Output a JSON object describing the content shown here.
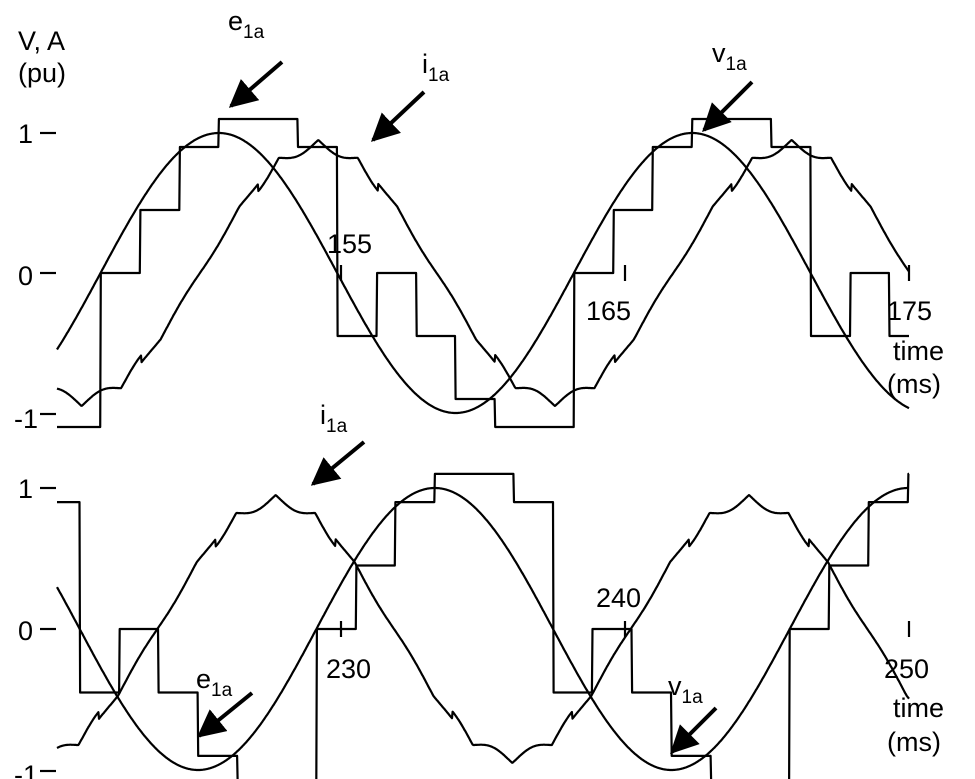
{
  "chart_data": [
    {
      "type": "line",
      "ylabel_line1": "V, A",
      "ylabel_line2": "(pu)",
      "xlabel_line1": "time",
      "xlabel_line2": "(ms)",
      "ylim": [
        -1.1,
        1.15
      ],
      "xlim": [
        145,
        175
      ],
      "yticks": [
        "1",
        "0",
        "-1"
      ],
      "xticks": [
        {
          "value": 155,
          "label": "155"
        },
        {
          "value": 165,
          "label": "165"
        },
        {
          "value": 175,
          "label": "175"
        }
      ],
      "frequency_hz": 60,
      "series": [
        {
          "key": "e",
          "name": "e",
          "subscript": "1a",
          "kind": "stepped",
          "levels": [
            0.0,
            0.45,
            0.9,
            1.1
          ],
          "x_at_peak": 150.7
        },
        {
          "key": "v",
          "name": "v",
          "subscript": "1a",
          "kind": "sine",
          "amplitude": 1.0,
          "x_at_peak": 150.7
        },
        {
          "key": "i",
          "name": "i",
          "subscript": "1a",
          "kind": "sine-ripple",
          "amplitude": 0.95,
          "ripple": 0.08,
          "x_at_peak": 154.2
        }
      ],
      "annotations": [
        {
          "series": "e",
          "text": "e",
          "subscript": "1a"
        },
        {
          "series": "i",
          "text": "i",
          "subscript": "1a"
        },
        {
          "series": "v",
          "text": "v",
          "subscript": "1a"
        }
      ]
    },
    {
      "type": "line",
      "xlabel_line1": "time",
      "xlabel_line2": "(ms)",
      "ylim": [
        -1.1,
        1.15
      ],
      "xlim": [
        220,
        250
      ],
      "yticks": [
        "1",
        "0",
        "-1"
      ],
      "xticks": [
        {
          "value": 230,
          "label": "230"
        },
        {
          "value": 240,
          "label": "240"
        },
        {
          "value": 250,
          "label": "250"
        }
      ],
      "frequency_hz": 60,
      "series": [
        {
          "key": "e",
          "name": "e",
          "subscript": "1a",
          "kind": "stepped",
          "levels": [
            0.0,
            0.45,
            0.9,
            1.1
          ],
          "x_at_peak": 233.3
        },
        {
          "key": "v",
          "name": "v",
          "subscript": "1a",
          "kind": "sine",
          "amplitude": 1.0,
          "x_at_peak": 233.3
        },
        {
          "key": "i",
          "name": "i",
          "subscript": "1a",
          "kind": "sine-ripple",
          "amplitude": 0.95,
          "ripple": 0.08,
          "x_at_peak": 227.7
        }
      ],
      "annotations": [
        {
          "series": "i",
          "text": "i",
          "subscript": "1a"
        },
        {
          "series": "e",
          "text": "e",
          "subscript": "1a"
        },
        {
          "series": "v",
          "text": "v",
          "subscript": "1a"
        }
      ]
    }
  ]
}
